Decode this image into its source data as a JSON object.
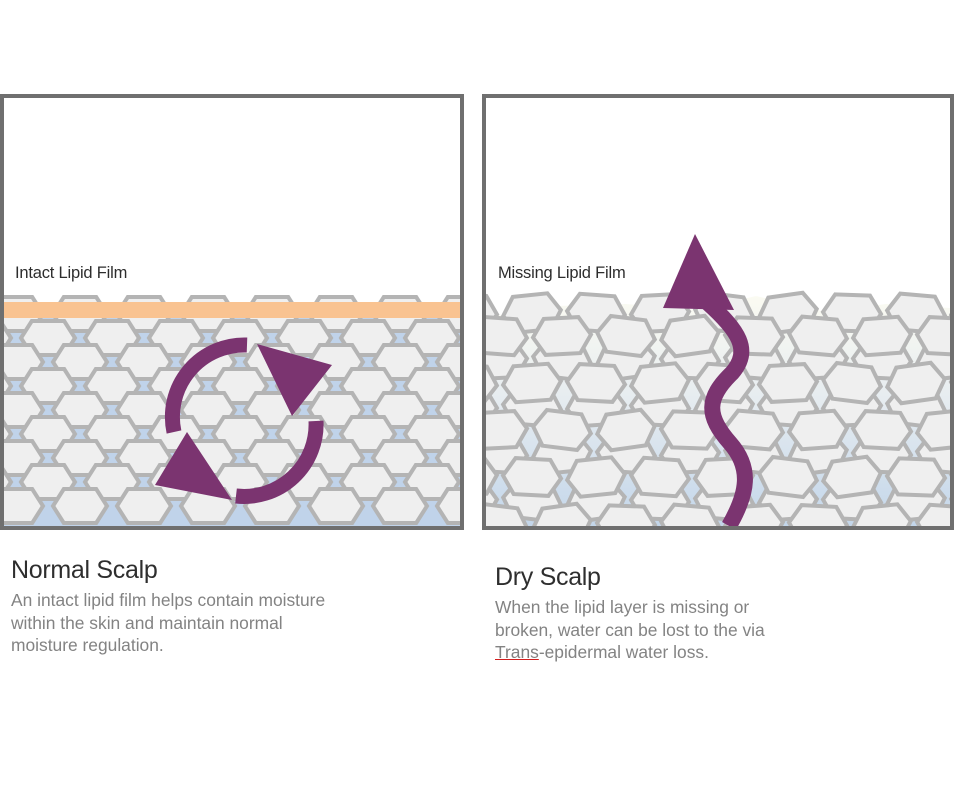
{
  "colors": {
    "border": "#6f6f6f",
    "lipid_film": "#f9c391",
    "matrix_blue": "#c0d3ea",
    "cell_fill": "#efefef",
    "cell_stroke": "#b4b4b4",
    "arrow_purple": "#7b3470"
  },
  "normal": {
    "film_label": "Intact Lipid Film",
    "title": "Normal Scalp",
    "description": "An intact lipid film helps contain moisture within the skin and maintain normal moisture regulation."
  },
  "dry": {
    "film_label": "Missing Lipid Film",
    "title": "Dry Scalp",
    "desc_before": "When the lipid layer is missing or broken, water can be lost to the via ",
    "desc_underlined": "Trans",
    "desc_after": "-epidermal water loss."
  }
}
